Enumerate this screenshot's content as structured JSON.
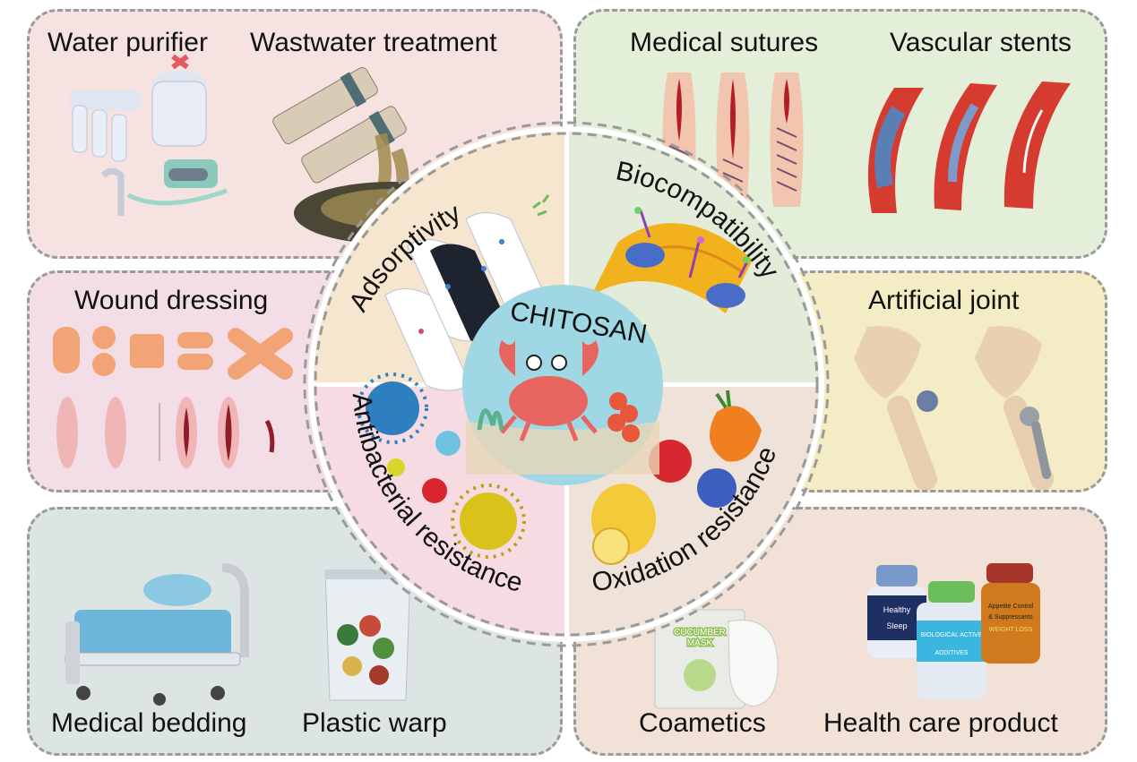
{
  "panels": {
    "water": {
      "title_1": "Water purifier",
      "title_2": "Wastwater treatment",
      "color": "#f6e3e1"
    },
    "medical": {
      "title_1": "Medical sutures",
      "title_2": "Vascular stents",
      "color": "#e3efd8"
    },
    "wound": {
      "title": "Wound dressing",
      "color": "#f3dde6"
    },
    "joint": {
      "title": "Artificial joint",
      "color": "#f3ecc4"
    },
    "bedding": {
      "title_1": "Medical bedding",
      "title_2": "Plastic warp",
      "color": "#dde5e4"
    },
    "cosmetics": {
      "title_1": "Coametics",
      "title_2": "Health care product",
      "color": "#f1e1d6"
    }
  },
  "center": {
    "title": "CHITOSAN",
    "q_adsorptivity": "Adsorptivity",
    "q_biocompatibility": "Biocompatibility",
    "q_antibacterial": "Antibacterial resistance",
    "q_oxidation": "Oxidation resistance",
    "colors": {
      "adsorptivity": "#f6e6cf",
      "biocompatibility": "#e2ecd8",
      "antibacterial": "#f6dce2",
      "oxidation": "#efe2d8",
      "sea": "#9fd8e4"
    }
  },
  "product_labels": {
    "cucumber": "CUCUMBER",
    "mask": "MASK",
    "healthy": "Healthy",
    "sleep": "Sleep",
    "biological_active": "BIOLOGICAL ACTIVE",
    "additives": "ADDITIVES",
    "appetite": "Appetite Control",
    "suppressants": "& Suppressants",
    "weight_loss": "WEIGHT LOSS"
  },
  "icons": [
    "water-purifier-icon",
    "pipes-icon",
    "sutures-icon",
    "stent-icon",
    "bandage-icon",
    "wound-icon",
    "hip-joint-icon",
    "hospital-bed-icon",
    "plastic-bag-icon",
    "face-mask-icon",
    "supplement-bottle-icon",
    "crab-icon",
    "virus-icon",
    "membrane-icon",
    "fruit-icon",
    "filter-sheet-icon"
  ]
}
